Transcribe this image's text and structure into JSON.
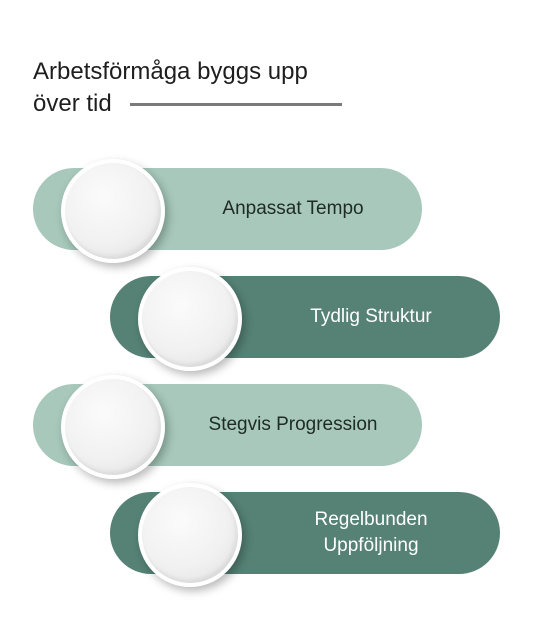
{
  "title": {
    "line1": "Arbetsförmåga byggs upp",
    "line2": "över tid"
  },
  "colors": {
    "light_pill": "#a7c8bb",
    "dark_pill": "#568276",
    "rule": "#7a7a7a"
  },
  "steps": [
    {
      "label": "Anpassat Tempo",
      "style": "light"
    },
    {
      "label": "Tydlig Struktur",
      "style": "dark"
    },
    {
      "label": "Stegvis Progression",
      "style": "light"
    },
    {
      "label_line1": "Regelbunden",
      "label_line2": "Uppföljning",
      "style": "dark"
    }
  ]
}
